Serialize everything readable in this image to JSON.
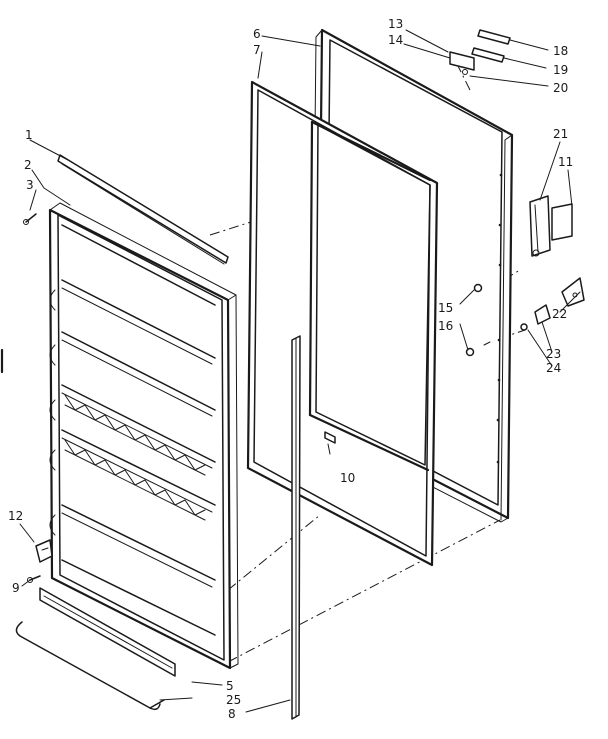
{
  "callouts": {
    "n1": "1",
    "n2": "2",
    "n3": "3",
    "n5": "5",
    "n6": "6",
    "n7": "7",
    "n8": "8",
    "n9": "9",
    "n10": "10",
    "n11": "11",
    "n12": "12",
    "n13": "13",
    "n14": "14",
    "n15": "15",
    "n16": "16",
    "n18": "18",
    "n19": "19",
    "n20": "20",
    "n21": "21",
    "n22": "22",
    "n23": "23",
    "n24": "24",
    "n25": "25"
  }
}
